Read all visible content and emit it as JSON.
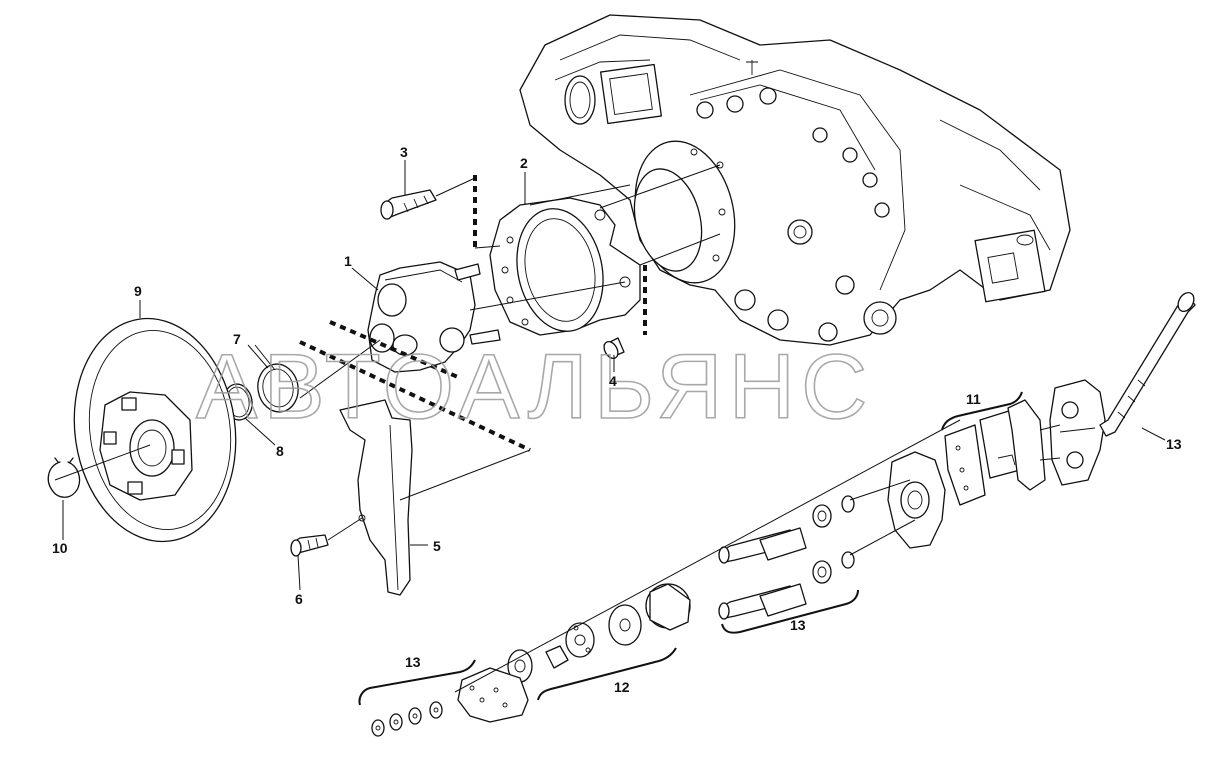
{
  "watermark": "АВТОАЛЬЯНС",
  "callouts": {
    "c1": "1",
    "c2": "2",
    "c3": "3",
    "c4": "4",
    "c5": "5",
    "c6": "6",
    "c7": "7",
    "c8": "8",
    "c9": "9",
    "c10": "10",
    "c11": "11",
    "c12": "12",
    "c13a": "13",
    "c13b": "13",
    "c13c": "13"
  },
  "colors": {
    "line": "#111111",
    "watermark": "#9a9a9a",
    "background": "#ffffff"
  }
}
